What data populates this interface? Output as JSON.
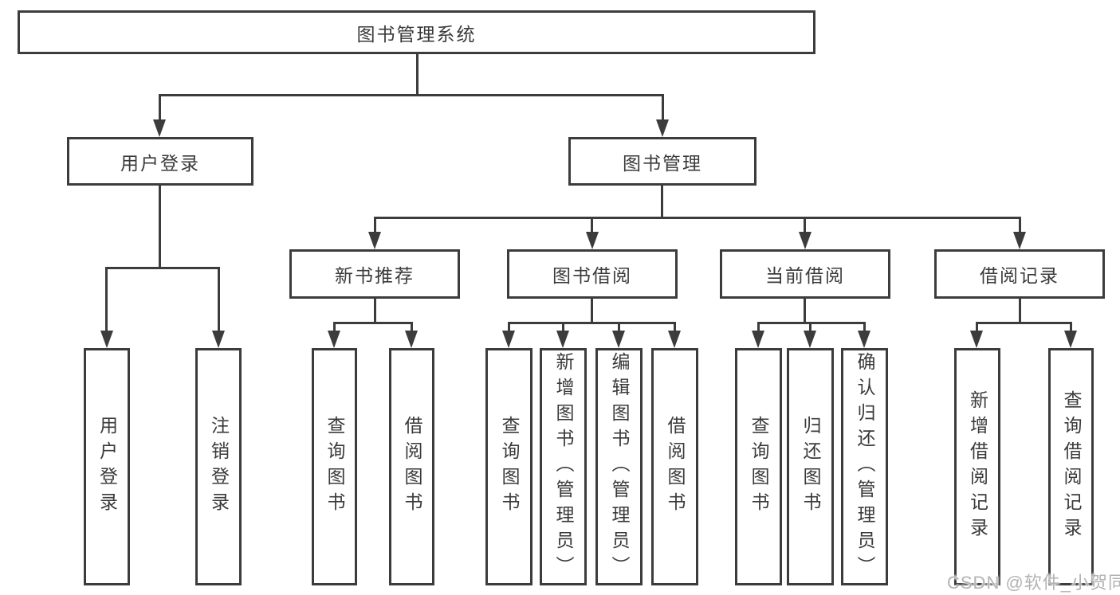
{
  "colors": {
    "background": "#ffffff",
    "line": "#3c3c3c",
    "box_border": "#3c3c3c",
    "text": "#3a3a3a",
    "watermark": "#b3b3b3"
  },
  "diagram": {
    "type": "hierarchy-tree",
    "root": {
      "label": "图书管理系统"
    },
    "branches": {
      "user_login": {
        "label": "用户登录",
        "children": [
          {
            "label": "用户登录"
          },
          {
            "label": "注销登录"
          }
        ]
      },
      "book_management": {
        "label": "图书管理",
        "children": {
          "new_book_recommend": {
            "label": "新书推荐",
            "children": [
              {
                "label": "查询图书"
              },
              {
                "label": "借阅图书"
              }
            ]
          },
          "book_borrowing": {
            "label": "图书借阅",
            "children": [
              {
                "label": "查询图书"
              },
              {
                "label": "新增图书（管理员）"
              },
              {
                "label": "编辑图书（管理员）"
              },
              {
                "label": "借阅图书"
              }
            ]
          },
          "current_borrowing": {
            "label": "当前借阅",
            "children": [
              {
                "label": "查询图书"
              },
              {
                "label": "归还图书"
              },
              {
                "label": "确认归还（管理员）"
              }
            ]
          },
          "borrowing_records": {
            "label": "借阅记录",
            "children": [
              {
                "label": "新增借阅记录"
              },
              {
                "label": "查询借阅记录"
              }
            ]
          }
        }
      }
    }
  },
  "watermark": {
    "text": "CSDN @软件_小贺同学"
  }
}
